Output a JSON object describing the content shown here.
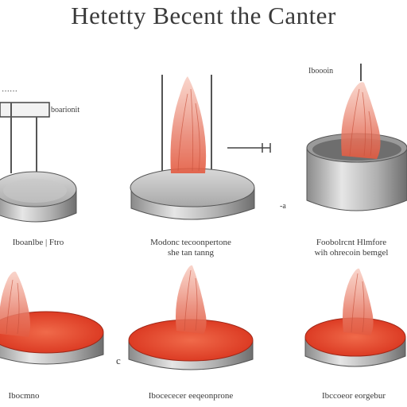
{
  "title": "Hetetty Becent the Canter",
  "tags": {
    "top_left": "······",
    "top_left_box": "boarionit",
    "top_right": "Iboooin",
    "mid_right": "-a",
    "bottom_left": "c"
  },
  "captions": {
    "top": [
      "Iboanlbe | Ftro",
      "Modonc tecoonpertone\nshe tan tanng",
      "Foobolrcnt Hlmfore\nwih ohrecoin bemgel"
    ],
    "bottom": [
      "Ibocmno",
      "Ibocececer eeqeonprone",
      "Ibccoeor eorgebur"
    ]
  },
  "colors": {
    "flame": "#e8806c",
    "hot_plate": "#e8412b",
    "metal": "#b8b8b8"
  }
}
